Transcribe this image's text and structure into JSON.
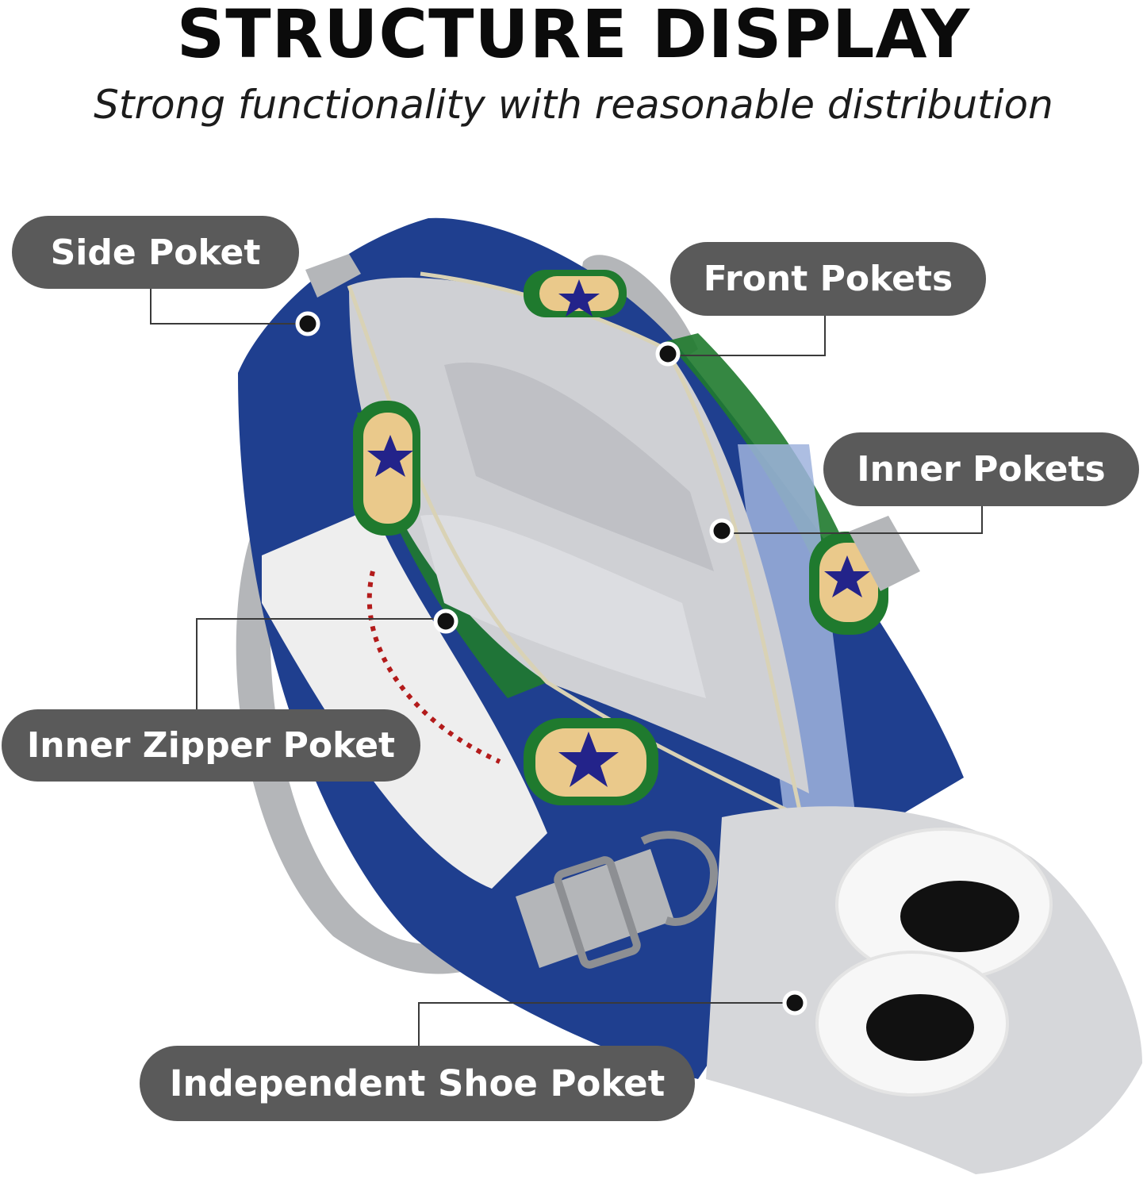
{
  "heading": {
    "title": "STRUCTURE DISPLAY",
    "subtitle": "Strong functionality with reasonable distribution"
  },
  "callouts": {
    "side_pocket": "Side Poket",
    "front_pockets": "Front Pokets",
    "inner_pockets": "Inner Pokets",
    "inner_zipper_pocket": "Inner Zipper Poket",
    "shoe_pocket": "Independent Shoe Poket"
  },
  "colors": {
    "bag_blue": "#1f3f8f",
    "bag_green": "#1f7a2e",
    "lining_gray": "#cfd0d4",
    "strap_gray": "#b4b6b9",
    "badge_tan": "#eac98b",
    "star_navy": "#23238a",
    "stitch_red": "#b31b1b",
    "label_gray": "#5a5a5a",
    "label_text": "#ffffff"
  }
}
